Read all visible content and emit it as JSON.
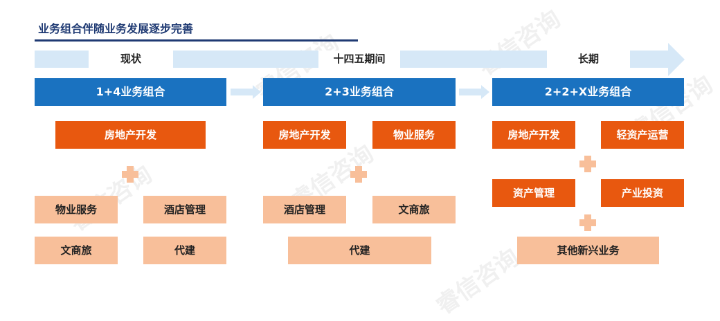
{
  "title": "业务组合伴随业务发展逐步完善",
  "watermark_text": "睿信咨询",
  "colors": {
    "title": "#1f3a73",
    "header_blue": "#1a72c0",
    "timeline": "#d6e8f7",
    "core_orange": "#e8580f",
    "light_orange": "#f8bf9a"
  },
  "periods": [
    {
      "label": "现状",
      "header": "1+4业务组合",
      "boxes": [
        "房地产开发",
        "物业服务",
        "酒店管理",
        "文商旅",
        "代建"
      ]
    },
    {
      "label": "十四五期间",
      "header": "2+3业务组合",
      "boxes": [
        "房地产开发",
        "物业服务",
        "酒店管理",
        "文商旅",
        "代建"
      ]
    },
    {
      "label": "长期",
      "header": "2+2+X业务组合",
      "boxes": [
        "房地产开发",
        "轻资产运营",
        "资产管理",
        "产业投资",
        "其他新兴业务"
      ]
    }
  ]
}
